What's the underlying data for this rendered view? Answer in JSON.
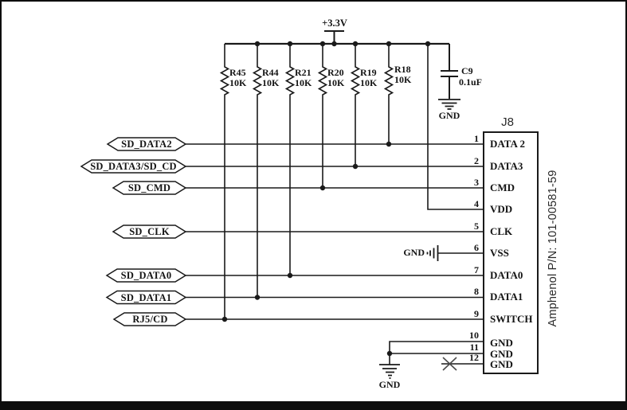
{
  "power": {
    "label": "+3.3V"
  },
  "resistors": [
    {
      "ref": "R45",
      "value": "10K"
    },
    {
      "ref": "R44",
      "value": "10K"
    },
    {
      "ref": "R21",
      "value": "10K"
    },
    {
      "ref": "R20",
      "value": "10K"
    },
    {
      "ref": "R19",
      "value": "10K"
    },
    {
      "ref": "R18",
      "value": "10K"
    }
  ],
  "capacitor": {
    "ref": "C9",
    "value": "0.1uF"
  },
  "grounds": {
    "cap": "GND",
    "vss": "GND",
    "bottom": "GND"
  },
  "signals": [
    {
      "label": "SD_DATA2"
    },
    {
      "label": "SD_DATA3/SD_CD"
    },
    {
      "label": "SD_CMD"
    },
    {
      "label": "SD_CLK"
    },
    {
      "label": "SD_DATA0"
    },
    {
      "label": "SD_DATA1"
    },
    {
      "label": "RJ5/CD"
    }
  ],
  "connector": {
    "ref": "J8",
    "part_label": "Amphenol P/N: 101-00581-59",
    "pins": [
      {
        "num": "1",
        "name": "DATA 2"
      },
      {
        "num": "2",
        "name": "DATA3"
      },
      {
        "num": "3",
        "name": "CMD"
      },
      {
        "num": "4",
        "name": "VDD"
      },
      {
        "num": "5",
        "name": "CLK"
      },
      {
        "num": "6",
        "name": "VSS"
      },
      {
        "num": "7",
        "name": "DATA0"
      },
      {
        "num": "8",
        "name": "DATA1"
      },
      {
        "num": "9",
        "name": "SWITCH"
      },
      {
        "num": "10",
        "name": "GND"
      },
      {
        "num": "11",
        "name": "GND"
      },
      {
        "num": "12",
        "name": "GND"
      }
    ]
  }
}
